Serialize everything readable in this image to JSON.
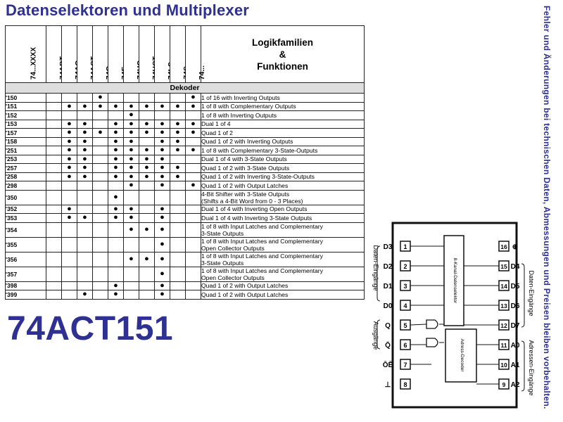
{
  "title": "Datenselektoren und Multiplexer",
  "side_note": "Fehler und Änderungen bei technischen Daten, Abmessungen und Preisen bleiben vorbehalten.",
  "table": {
    "corner_label": "74...XXXX",
    "families": [
      "74ABT",
      "74AC",
      "74ACT",
      "74C",
      "74F",
      "74HC",
      "74HCT",
      "74LS",
      "74S",
      "74..."
    ],
    "function_header": [
      "Logikfamilien",
      "&",
      "Funktionen"
    ],
    "section": "Dekoder",
    "dot_char": "●",
    "rows": [
      {
        "part": "'150",
        "dots": [
          0,
          0,
          0,
          1,
          0,
          0,
          0,
          0,
          0,
          1
        ],
        "desc": [
          "1 of 16 with Inverting Outputs"
        ]
      },
      {
        "part": "'151",
        "dots": [
          0,
          1,
          1,
          1,
          1,
          1,
          1,
          1,
          1,
          1
        ],
        "desc": [
          "1 of 8 with Complementary Outputs"
        ]
      },
      {
        "part": "'152",
        "dots": [
          0,
          0,
          0,
          0,
          0,
          1,
          0,
          0,
          0,
          0
        ],
        "desc": [
          "1 of 8 with Inverting Outputs"
        ]
      },
      {
        "part": "'153",
        "dots": [
          0,
          1,
          1,
          0,
          1,
          1,
          1,
          1,
          1,
          1
        ],
        "desc": [
          "Dual 1 of 4"
        ]
      },
      {
        "part": "'157",
        "dots": [
          0,
          1,
          1,
          1,
          1,
          1,
          1,
          1,
          1,
          1
        ],
        "desc": [
          "Quad 1 of 2"
        ]
      },
      {
        "part": "'158",
        "dots": [
          0,
          1,
          1,
          0,
          1,
          1,
          0,
          1,
          1,
          0
        ],
        "desc": [
          "Quad 1 of 2 with Inverting Outputs"
        ]
      },
      {
        "part": "'251",
        "dots": [
          0,
          1,
          1,
          0,
          1,
          1,
          1,
          1,
          1,
          1
        ],
        "desc": [
          "1 of 8 with Complementary 3-State-Outputs"
        ]
      },
      {
        "part": "'253",
        "dots": [
          0,
          1,
          1,
          0,
          1,
          1,
          1,
          1,
          0,
          0
        ],
        "desc": [
          "Dual 1 of 4 with 3-State Outputs"
        ]
      },
      {
        "part": "'257",
        "dots": [
          0,
          1,
          1,
          0,
          1,
          1,
          1,
          1,
          1,
          0
        ],
        "desc": [
          "Quad 1 of 2 with 3-State Outputs"
        ]
      },
      {
        "part": "'258",
        "dots": [
          0,
          1,
          1,
          0,
          1,
          1,
          1,
          1,
          1,
          0
        ],
        "desc": [
          "Quad 1 of 2 with Inverting 3-State-Outputs"
        ]
      },
      {
        "part": "'298",
        "dots": [
          0,
          0,
          0,
          0,
          0,
          1,
          0,
          1,
          0,
          1
        ],
        "desc": [
          "Quad 1 of 2 with Output Latches"
        ]
      },
      {
        "part": "'350",
        "dots": [
          0,
          0,
          0,
          0,
          1,
          0,
          0,
          0,
          0,
          0
        ],
        "desc": [
          "4-Bit Shifter with 3-State Outputs",
          "(Shifts a 4-Bit Word from 0 - 3 Places)"
        ]
      },
      {
        "part": "'352",
        "dots": [
          0,
          1,
          0,
          0,
          1,
          1,
          0,
          1,
          0,
          0
        ],
        "desc": [
          "Dual 1 of 4 with Inverting Open Outputs"
        ]
      },
      {
        "part": "'353",
        "dots": [
          0,
          1,
          1,
          0,
          1,
          1,
          0,
          1,
          0,
          0
        ],
        "desc": [
          "Dual 1 of 4 with Inverting 3-State Outputs"
        ]
      },
      {
        "part": "'354",
        "dots": [
          0,
          0,
          0,
          0,
          0,
          1,
          1,
          1,
          0,
          0
        ],
        "desc": [
          "1 of 8 with Input Latches and Complementary",
          "3-State Outputs"
        ]
      },
      {
        "part": "'355",
        "dots": [
          0,
          0,
          0,
          0,
          0,
          0,
          0,
          1,
          0,
          0
        ],
        "desc": [
          "1 of 8 with Input Latches and Complementary",
          "Open Collector Outputs"
        ]
      },
      {
        "part": "'356",
        "dots": [
          0,
          0,
          0,
          0,
          0,
          1,
          1,
          1,
          0,
          0
        ],
        "desc": [
          "1 of 8 with Input Latches and Complementary",
          "3-State Outputs"
        ]
      },
      {
        "part": "'357",
        "dots": [
          0,
          0,
          0,
          0,
          0,
          0,
          0,
          1,
          0,
          0
        ],
        "desc": [
          "1 of 8 with Input Latches and Complementary",
          "Open Collector Outputs"
        ]
      },
      {
        "part": "'398",
        "dots": [
          0,
          0,
          0,
          0,
          1,
          0,
          0,
          1,
          0,
          0
        ],
        "desc": [
          "Quad 1 of 2 with Output Latches"
        ]
      },
      {
        "part": "'399",
        "dots": [
          0,
          0,
          1,
          0,
          1,
          0,
          0,
          1,
          0,
          0
        ],
        "desc": [
          "Quad 1 of 2 with Output Latches"
        ]
      }
    ]
  },
  "chip_number": "74ACT151",
  "pinout": {
    "left_pins": [
      {
        "num": "1",
        "label": "D3"
      },
      {
        "num": "2",
        "label": "D2"
      },
      {
        "num": "3",
        "label": "D1"
      },
      {
        "num": "4",
        "label": "D0"
      },
      {
        "num": "5",
        "label": "Q"
      },
      {
        "num": "6",
        "label": "Q̄"
      },
      {
        "num": "7",
        "label": "ŌĒ"
      },
      {
        "num": "8",
        "label": "⊥"
      }
    ],
    "right_pins": [
      {
        "num": "16",
        "label": "⊕"
      },
      {
        "num": "15",
        "label": "D4"
      },
      {
        "num": "14",
        "label": "D5"
      },
      {
        "num": "13",
        "label": "D6"
      },
      {
        "num": "12",
        "label": "D7"
      },
      {
        "num": "11",
        "label": "A0"
      },
      {
        "num": "10",
        "label": "A1"
      },
      {
        "num": "9",
        "label": "A2"
      }
    ],
    "group_labels": {
      "data_inputs_left": "Daten-Eingänge",
      "outputs": "Ausgänge",
      "data_inputs_right": "Daten-Eingänge",
      "address_inputs": "Adressen-Eingänge"
    },
    "blocks": {
      "data_selector": "8-Kanal-Datenselektor",
      "address_decoder": "Adress-Decoder"
    }
  }
}
